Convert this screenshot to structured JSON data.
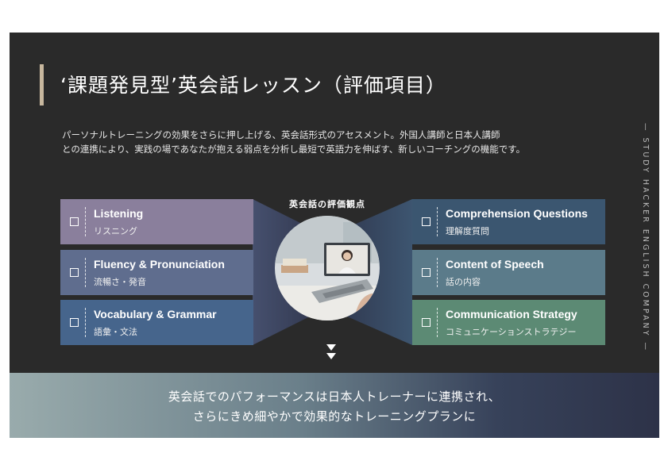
{
  "title": "‘課題発見型’英会話レッスン（評価項目）",
  "intro": [
    "パーソナルトレーニングの効果をさらに押し上げる、英会話形式のアセスメント。外国人講師と日本人講師",
    "との連携により、実践の場であなたが抱える弱点を分析し最短で英語力を伸ばす、新しいコーチングの機能です。"
  ],
  "side_label": "— STUDY HACKER ENGLISH COMPANY —",
  "center_label": "英会話の評価観点",
  "left_items": [
    {
      "en": "Listening",
      "jp": "リスニング",
      "color": "#8a7f9c"
    },
    {
      "en": "Fluency & Pronunciation",
      "jp": "流暢さ・発音",
      "color": "#5f6d8e"
    },
    {
      "en": "Vocabulary & Grammar",
      "jp": "語彙・文法",
      "color": "#46658c"
    }
  ],
  "right_items": [
    {
      "en": "Comprehension Questions",
      "jp": "理解度質問",
      "color": "#3b5670"
    },
    {
      "en": "Content of Speech",
      "jp": "話の内容",
      "color": "#5b7b8a"
    },
    {
      "en": "Communication Strategy",
      "jp": "コミュニケーションストラテジー",
      "color": "#5c8a74"
    }
  ],
  "banner": [
    "英会話でのパフォーマンスは日本人トレーナーに連携され、",
    "さらにきめ細やかで効果的なトレーニングプランに"
  ],
  "colors": {
    "slide_bg": "#2a2a2a",
    "title_bar": "#c7b79e"
  }
}
